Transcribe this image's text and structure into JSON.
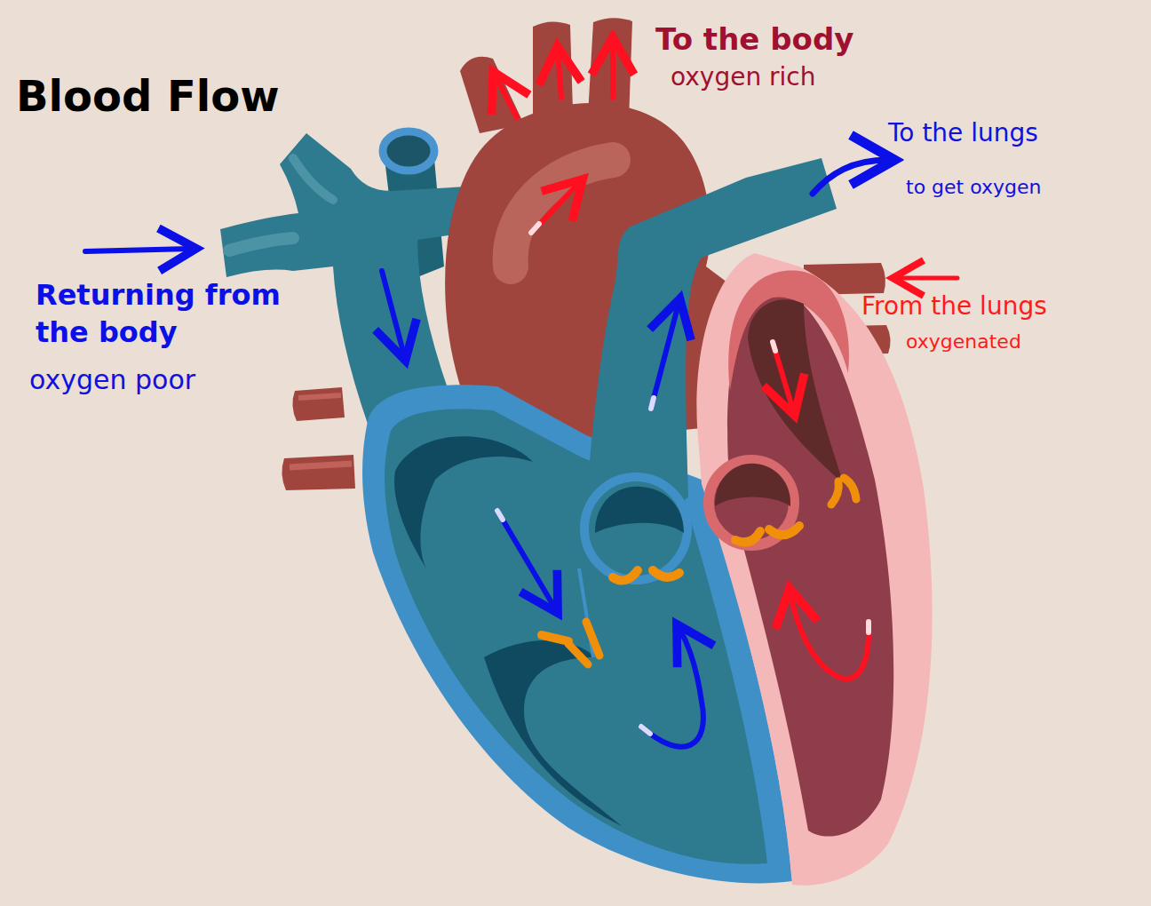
{
  "diagram": {
    "title": "Blood Flow",
    "labels": [
      "To the body",
      "oxygen rich",
      "To the lungs",
      "to get oxygen",
      "Returning from the body",
      "oxygen poor",
      "From the lungs",
      "oxygenated"
    ]
  }
}
